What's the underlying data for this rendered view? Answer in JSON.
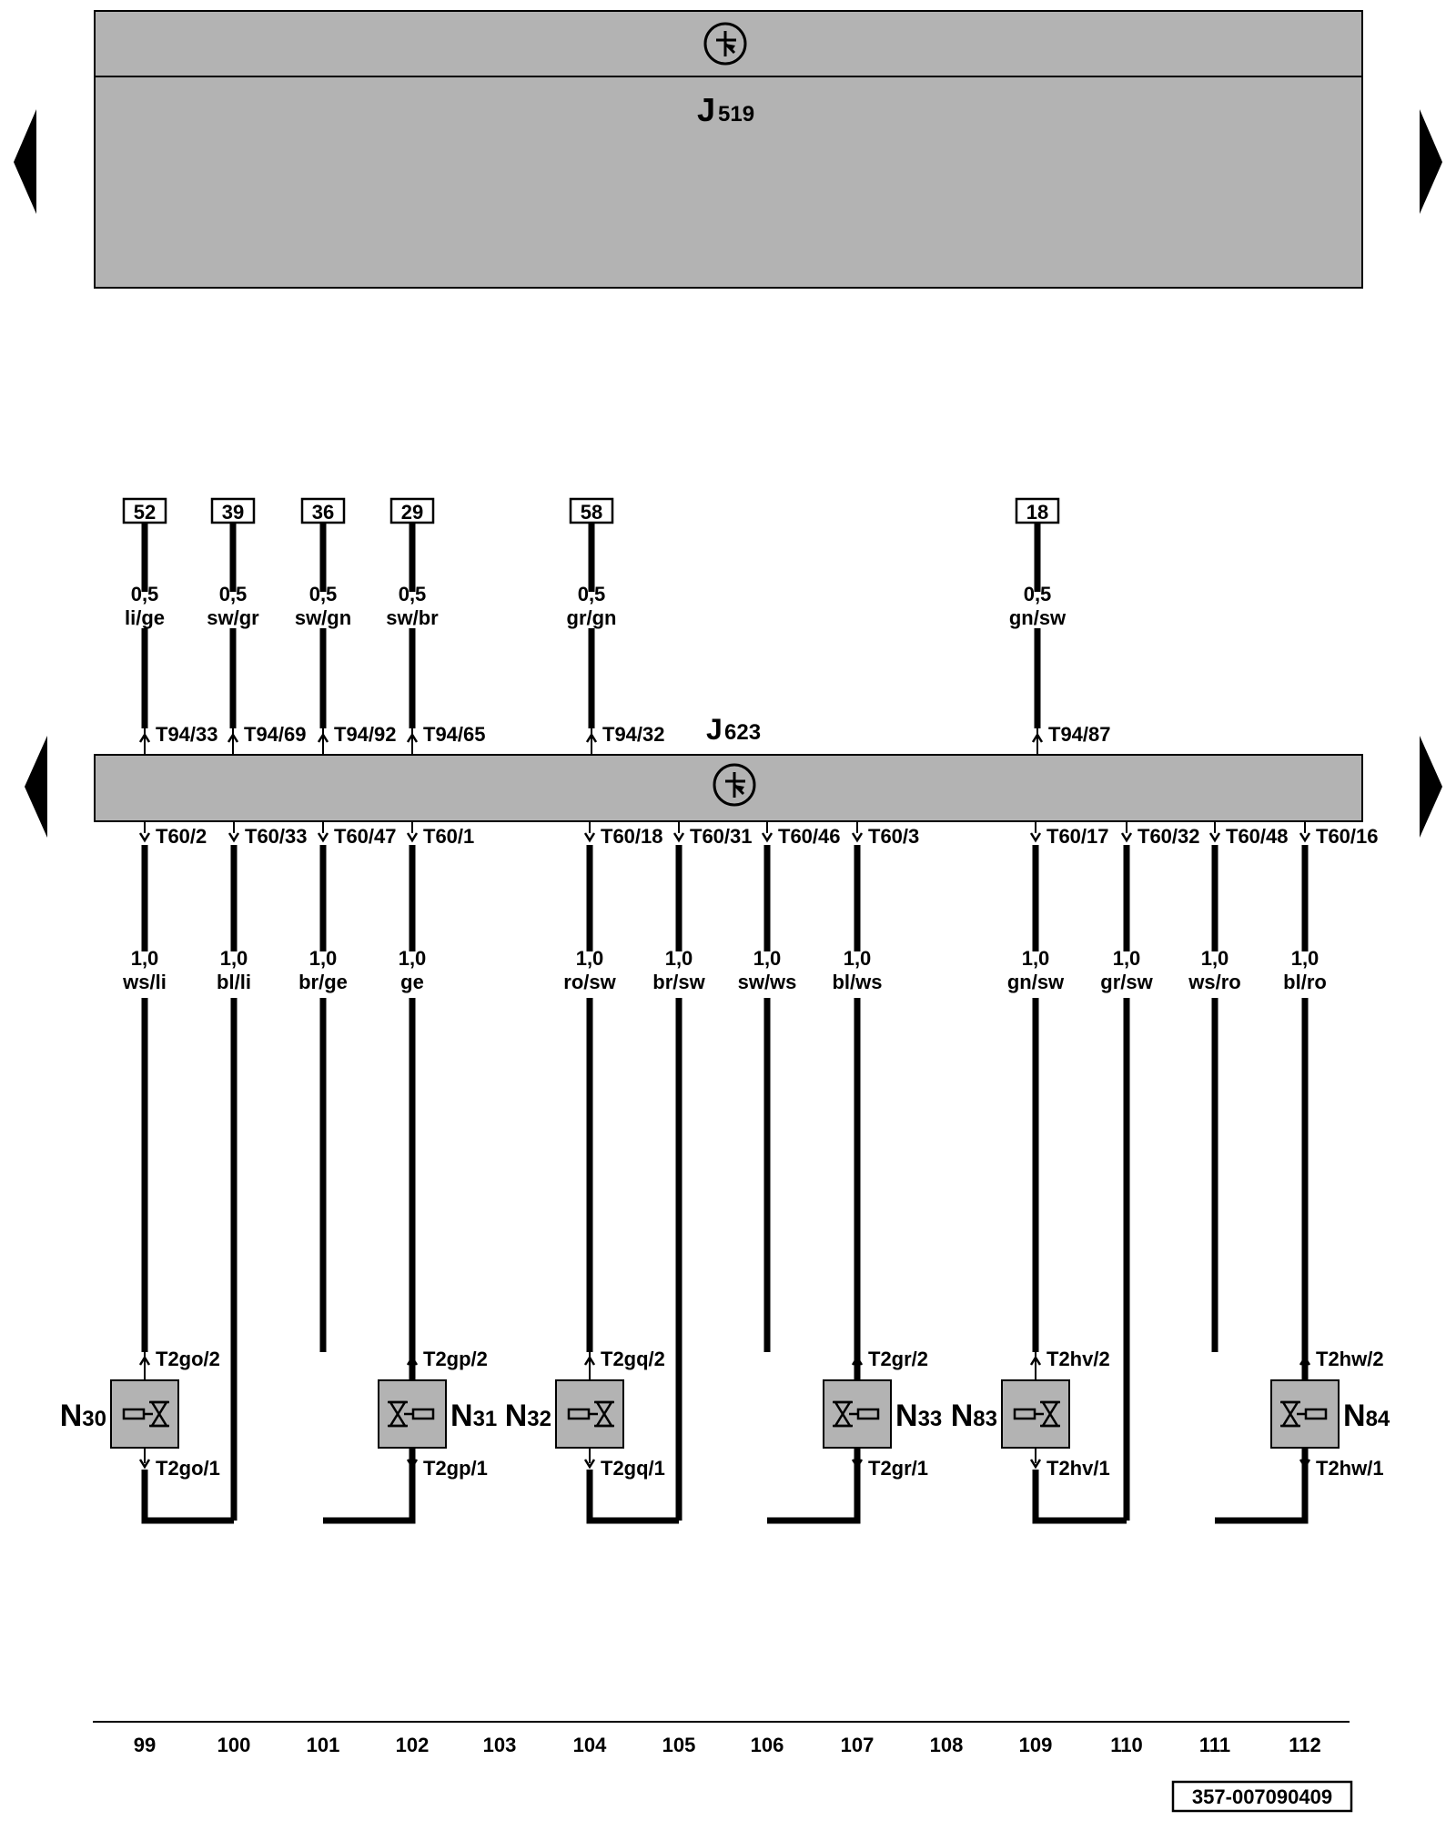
{
  "colors": {
    "module_fill": "#b3b3b3",
    "line": "#000000",
    "background": "#ffffff"
  },
  "icons": {
    "ground_symbol": "ground-circle-icon",
    "nav_arrow": "triangle-arrow-icon",
    "valve": "solenoid-valve-icon"
  },
  "top_module": {
    "label": "J",
    "sub": "519"
  },
  "ecu_module": {
    "label": "J",
    "sub": "623"
  },
  "upper_wires": [
    {
      "ref": "52",
      "gauge": "0,5",
      "color": "li/ge",
      "pin": "T94/33"
    },
    {
      "ref": "39",
      "gauge": "0,5",
      "color": "sw/gr",
      "pin": "T94/69"
    },
    {
      "ref": "36",
      "gauge": "0,5",
      "color": "sw/gn",
      "pin": "T94/92"
    },
    {
      "ref": "29",
      "gauge": "0,5",
      "color": "sw/br",
      "pin": "T94/65"
    },
    {
      "ref": "58",
      "gauge": "0,5",
      "color": "gr/gn",
      "pin": "T94/32"
    },
    {
      "ref": "18",
      "gauge": "0,5",
      "color": "gn/sw",
      "pin": "T94/87"
    }
  ],
  "lower_wires": [
    {
      "pin": "T60/2",
      "gauge": "1,0",
      "color": "ws/li"
    },
    {
      "pin": "T60/33",
      "gauge": "1,0",
      "color": "bl/li"
    },
    {
      "pin": "T60/47",
      "gauge": "1,0",
      "color": "br/ge"
    },
    {
      "pin": "T60/1",
      "gauge": "1,0",
      "color": "ge"
    },
    {
      "pin": "T60/18",
      "gauge": "1,0",
      "color": "ro/sw"
    },
    {
      "pin": "T60/31",
      "gauge": "1,0",
      "color": "br/sw"
    },
    {
      "pin": "T60/46",
      "gauge": "1,0",
      "color": "sw/ws"
    },
    {
      "pin": "T60/3",
      "gauge": "1,0",
      "color": "bl/ws"
    },
    {
      "pin": "T60/17",
      "gauge": "1,0",
      "color": "gn/sw"
    },
    {
      "pin": "T60/32",
      "gauge": "1,0",
      "color": "gr/sw"
    },
    {
      "pin": "T60/48",
      "gauge": "1,0",
      "color": "ws/ro"
    },
    {
      "pin": "T60/16",
      "gauge": "1,0",
      "color": "bl/ro"
    }
  ],
  "valves": [
    {
      "label": "N",
      "sub": "30",
      "pin_top": "T2go/2",
      "pin_bottom": "T2go/1"
    },
    {
      "label": "N",
      "sub": "31",
      "pin_top": "T2gp/2",
      "pin_bottom": "T2gp/1"
    },
    {
      "label": "N",
      "sub": "32",
      "pin_top": "T2gq/2",
      "pin_bottom": "T2gq/1"
    },
    {
      "label": "N",
      "sub": "33",
      "pin_top": "T2gr/2",
      "pin_bottom": "T2gr/1"
    },
    {
      "label": "N",
      "sub": "83",
      "pin_top": "T2hv/2",
      "pin_bottom": "T2hv/1"
    },
    {
      "label": "N",
      "sub": "84",
      "pin_top": "T2hw/2",
      "pin_bottom": "T2hw/1"
    }
  ],
  "columns": [
    "99",
    "100",
    "101",
    "102",
    "103",
    "104",
    "105",
    "106",
    "107",
    "108",
    "109",
    "110",
    "111",
    "112"
  ],
  "doc_id": "357-007090409"
}
